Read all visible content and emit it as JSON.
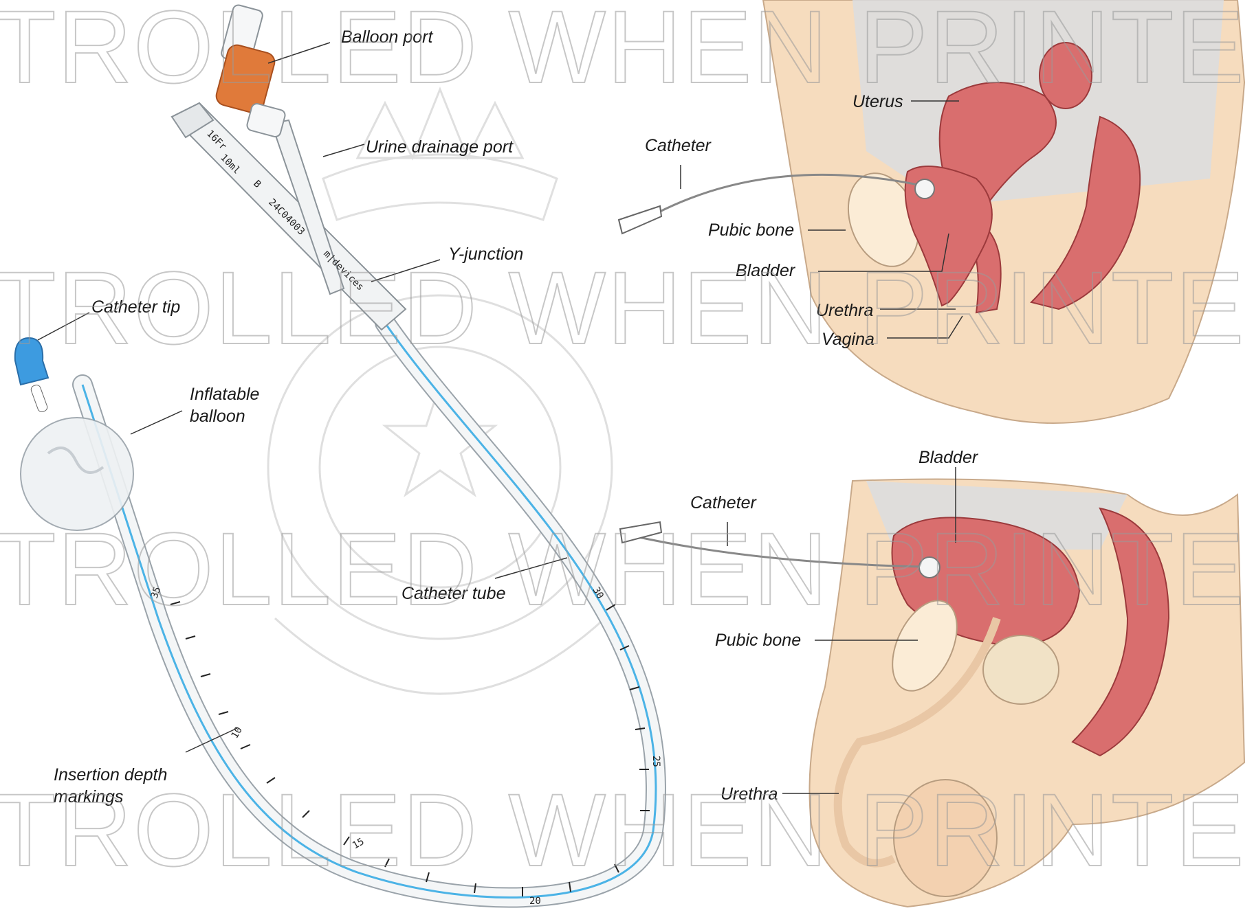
{
  "watermark": {
    "text": "TROLLED WHEN PRINTE"
  },
  "catheter_device": {
    "labels": {
      "balloon_port": "Balloon port",
      "urine_drainage_port": "Urine drainage port",
      "y_junction": "Y-junction",
      "catheter_tip": "Catheter tip",
      "inflatable_balloon_1": "Inflatable",
      "inflatable_balloon_2": "balloon",
      "catheter_tube": "Catheter tube",
      "insertion_depth_1": "Insertion depth",
      "insertion_depth_2": "markings"
    },
    "print_on_funnel": {
      "size": "16Fr",
      "volume": "10ml",
      "code": "B",
      "lot": "24C04003",
      "brand": "m|devices"
    },
    "depth_marks": [
      "10",
      "15",
      "20",
      "25",
      "30",
      "35"
    ],
    "colors": {
      "port": "#e07a3a",
      "tip": "#3d9be0",
      "lumen": "#4bb3e6"
    }
  },
  "female_anatomy": {
    "labels": {
      "catheter": "Catheter",
      "uterus": "Uterus",
      "pubic_bone": "Pubic bone",
      "bladder": "Bladder",
      "urethra": "Urethra",
      "vagina": "Vagina"
    }
  },
  "male_anatomy": {
    "labels": {
      "bladder": "Bladder",
      "catheter": "Catheter",
      "pubic_bone": "Pubic bone",
      "urethra": "Urethra"
    }
  },
  "colors": {
    "organ": "#d96e6e",
    "organ_dark": "#b94e50",
    "skin": "#f6dcbe",
    "bone": "#fbecd6",
    "shadow": "#d9dde2"
  }
}
